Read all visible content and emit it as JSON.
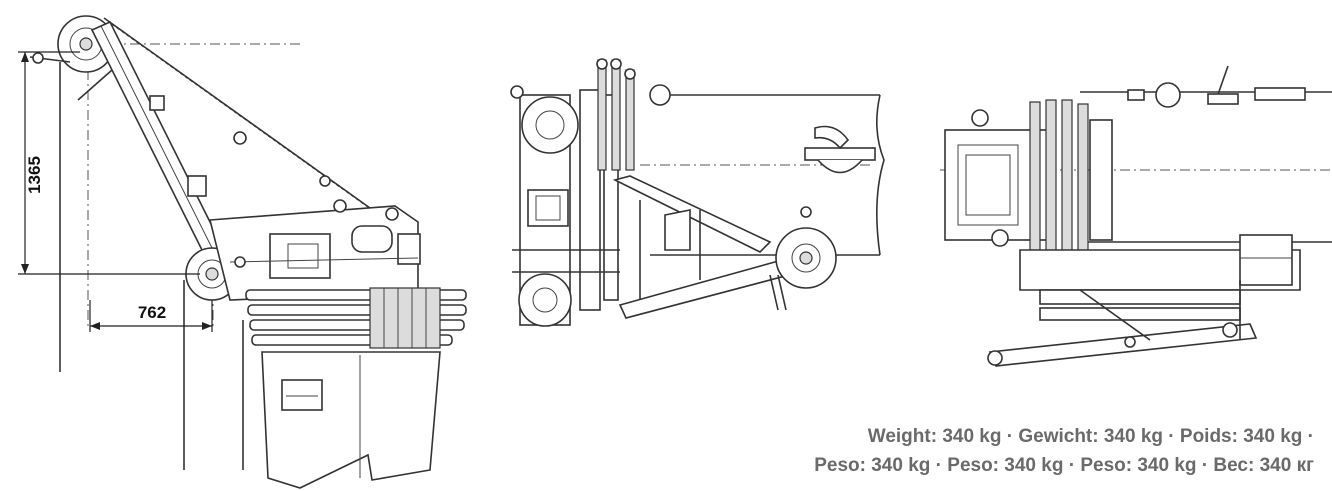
{
  "diagram": {
    "dimensions": {
      "height_label": "1365",
      "width_label": "762"
    },
    "caption": {
      "line1": "Weight: 340 kg · Gewicht: 340 kg · Poids: 340 kg ·",
      "line2": "Peso: 340 kg · Peso: 340 kg · Peso: 340 kg · Вес: 340 кг"
    }
  }
}
